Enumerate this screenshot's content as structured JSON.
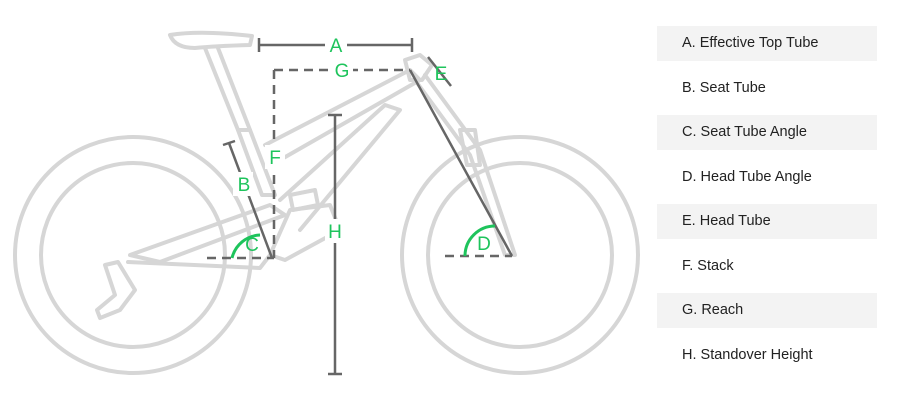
{
  "diagram": {
    "title": "Bike geometry diagram",
    "labels": {
      "A": "A",
      "B": "B",
      "C": "C",
      "D": "D",
      "E": "E",
      "F": "F",
      "G": "G",
      "H": "H"
    },
    "accent_color": "#1ec45c",
    "frame_color": "#d6d6d6",
    "measure_color": "#666666"
  },
  "legend": {
    "items": [
      {
        "label": "A. Effective Top Tube"
      },
      {
        "label": "B. Seat Tube"
      },
      {
        "label": "C. Seat Tube Angle"
      },
      {
        "label": "D. Head Tube Angle"
      },
      {
        "label": "E. Head Tube"
      },
      {
        "label": "F. Stack"
      },
      {
        "label": "G. Reach"
      },
      {
        "label": "H. Standover Height"
      }
    ]
  }
}
